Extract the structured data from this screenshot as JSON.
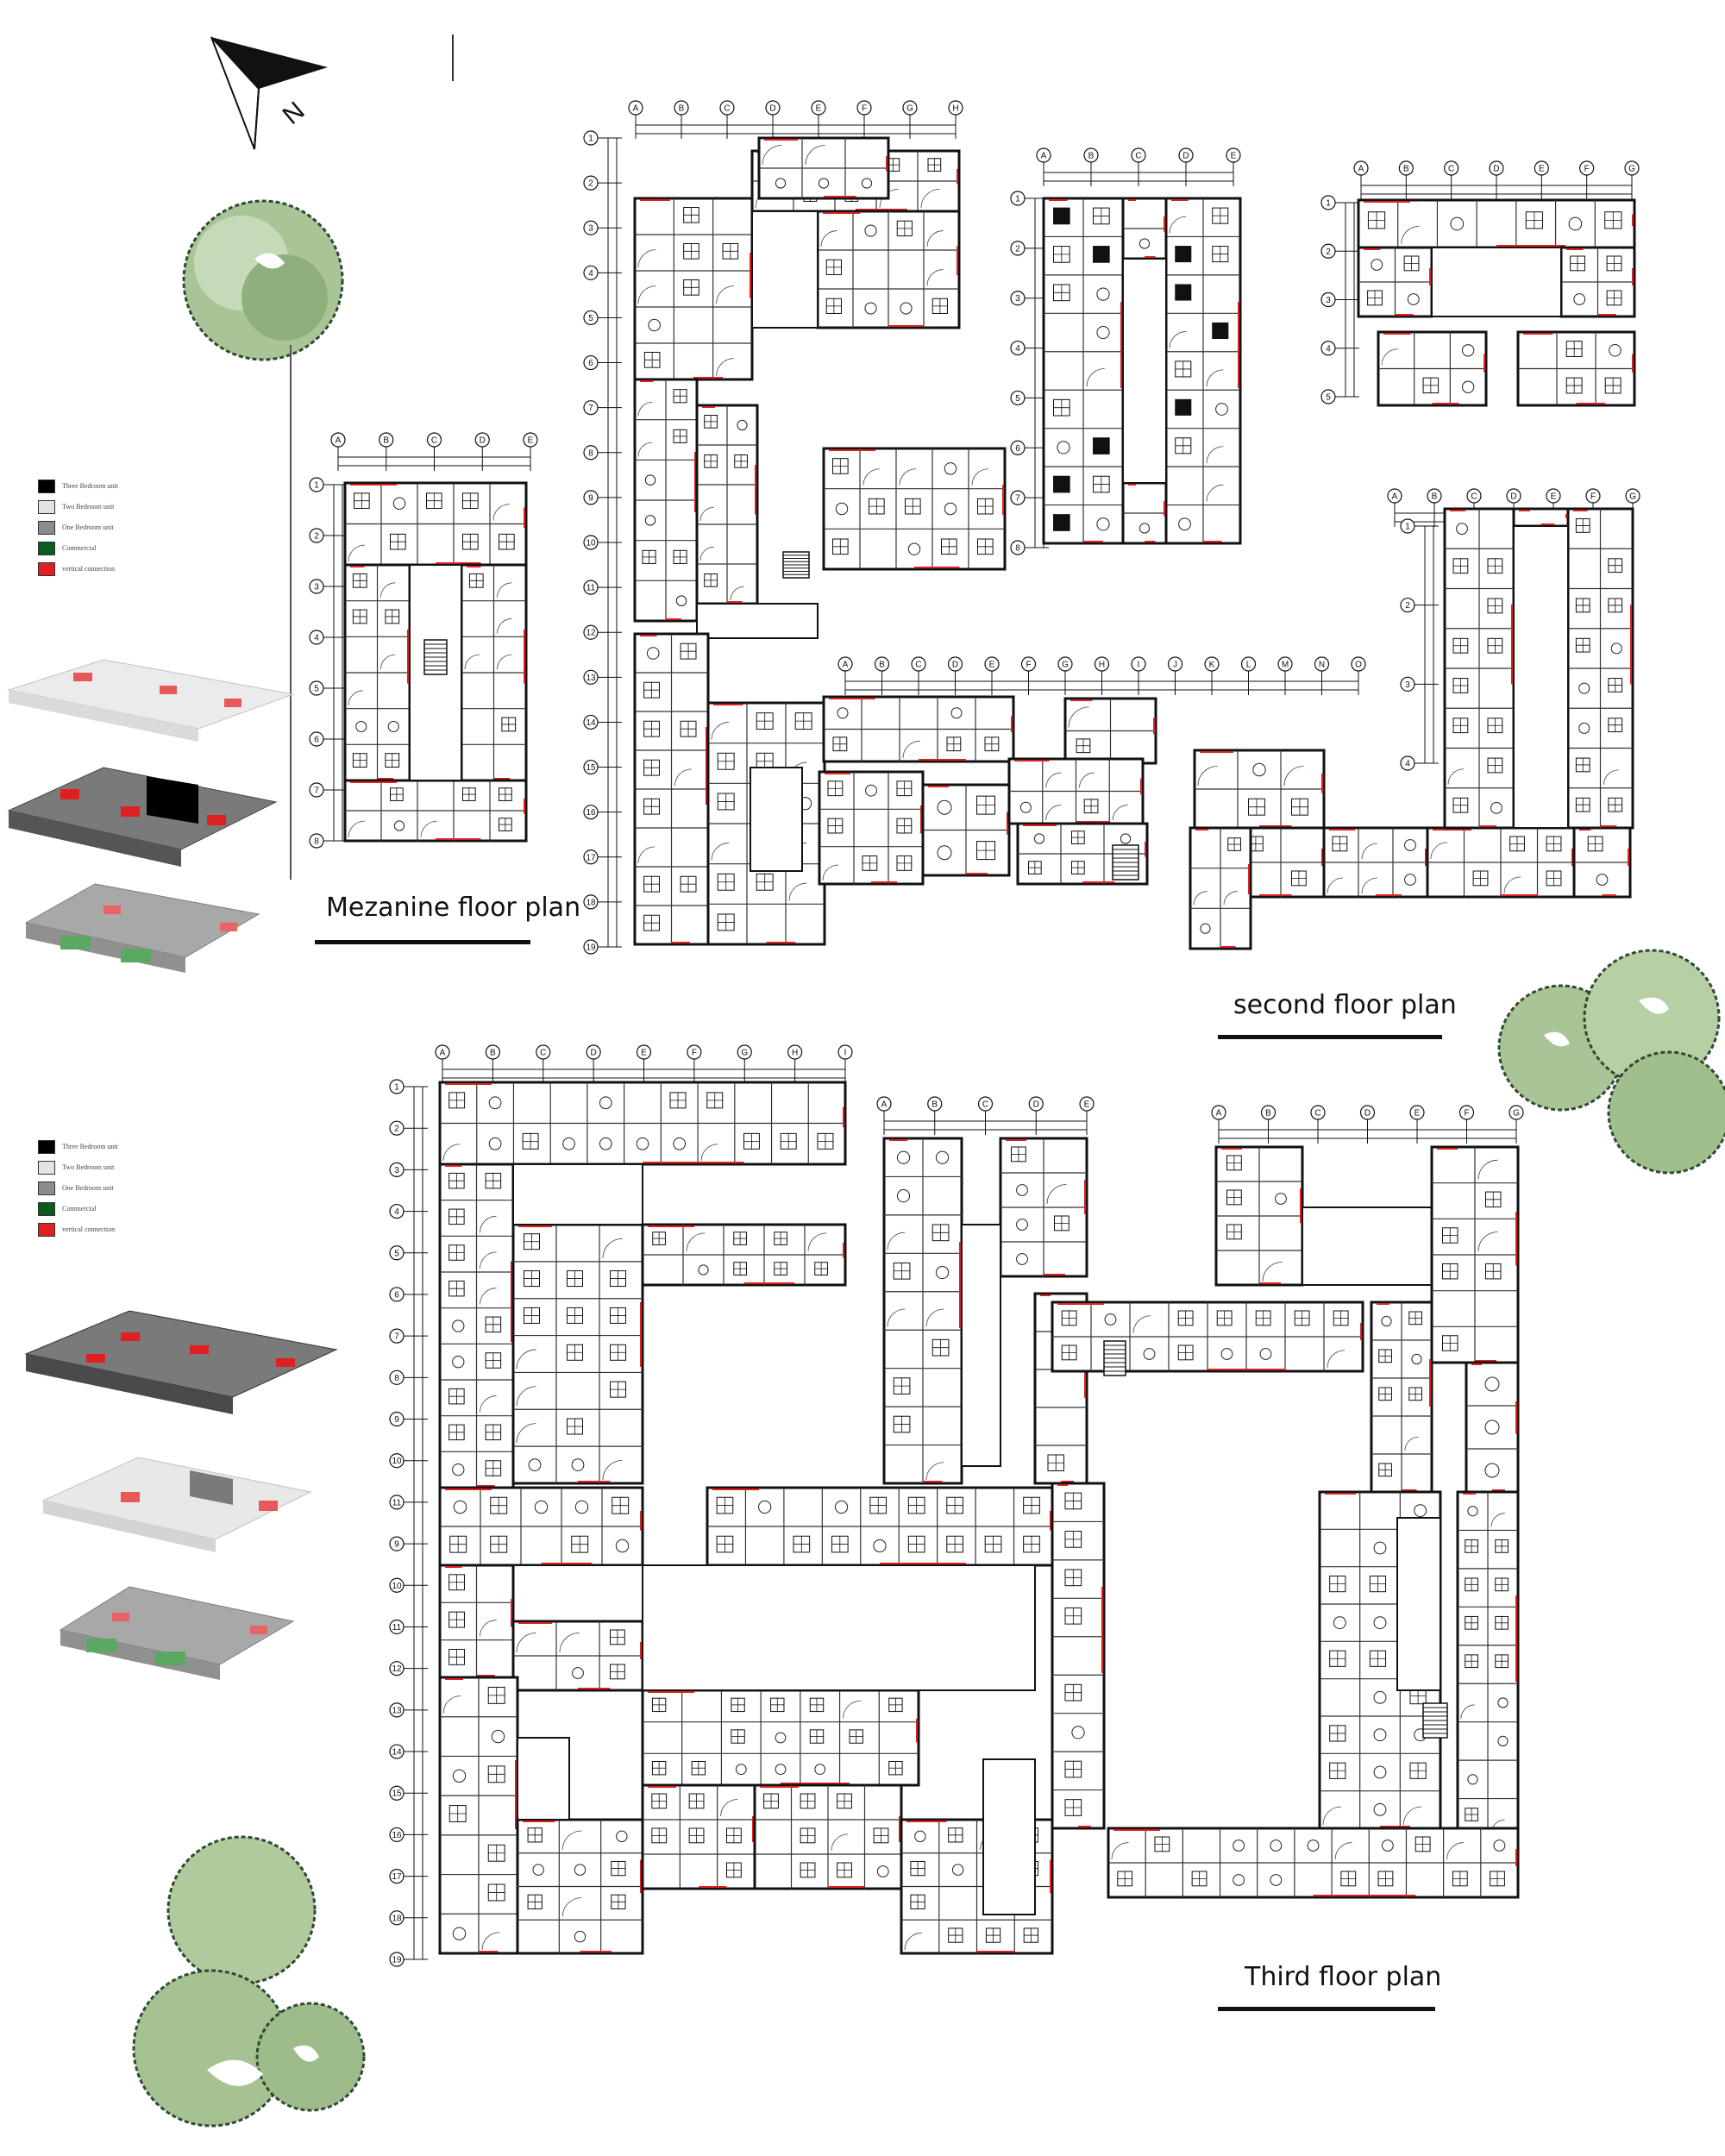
{
  "titles": {
    "mezzanine": "Mezanine floor plan",
    "second": "second floor plan",
    "third": "Third floor plan"
  },
  "north_label": "N",
  "legend": [
    {
      "label": "Three Bedroom unit",
      "color": "#000000"
    },
    {
      "label": "Two Bedroom unit",
      "color": "#e3e3e3"
    },
    {
      "label": "One Bedroom unit",
      "color": "#8c8c8c"
    },
    {
      "label": "Commercial",
      "color": "#0c5a1c"
    },
    {
      "label": "vertical connection",
      "color": "#e02020"
    }
  ],
  "grid": {
    "mezz_cols": [
      "A",
      "B",
      "C",
      "D",
      "E"
    ],
    "mezz_rows": [
      "1",
      "2",
      "3",
      "4",
      "5",
      "6",
      "7",
      "8"
    ],
    "second_main_cols": [
      "A",
      "B",
      "C",
      "D",
      "E",
      "F",
      "G",
      "H"
    ],
    "second_rows": [
      "1",
      "2",
      "3",
      "4",
      "5",
      "6",
      "7",
      "8",
      "9",
      "10",
      "11",
      "12",
      "13",
      "14",
      "15",
      "16",
      "17",
      "18",
      "19"
    ],
    "second_mid_cols": [
      "A",
      "B",
      "C",
      "D",
      "E"
    ],
    "second_mid_rows": [
      "1",
      "2",
      "3",
      "4",
      "5",
      "6",
      "7",
      "8"
    ],
    "second_tr_cols": [
      "A",
      "B",
      "C",
      "D",
      "E",
      "F",
      "G"
    ],
    "second_tr_rows": [
      "1",
      "2",
      "3",
      "4",
      "5"
    ],
    "second_corr_cols": [
      "A",
      "B",
      "C",
      "D",
      "E",
      "F",
      "G",
      "H",
      "I",
      "J",
      "K",
      "L",
      "M",
      "N",
      "O"
    ],
    "second_right_cols": [
      "A",
      "B",
      "C",
      "D",
      "E",
      "F",
      "G"
    ],
    "second_right_rows": [
      "1",
      "2",
      "3",
      "4"
    ],
    "third_main_cols": [
      "A",
      "B",
      "C",
      "D",
      "E",
      "F",
      "G",
      "H",
      "I"
    ],
    "third_rows": [
      "1",
      "2",
      "3",
      "4",
      "5",
      "6",
      "7",
      "8",
      "9",
      "10",
      "11",
      "9",
      "10",
      "11",
      "12",
      "13",
      "14",
      "15",
      "16",
      "17",
      "18",
      "19"
    ],
    "third_mid_cols": [
      "A",
      "B",
      "C",
      "D",
      "E"
    ],
    "third_right_cols": [
      "A",
      "B",
      "C",
      "D",
      "E",
      "F",
      "G"
    ]
  },
  "colors": {
    "tree": "#9fbf8c",
    "tree_dark": "#5f8a57",
    "red": "#e02020",
    "dark_gray": "#6c6c6c",
    "light_gray": "#e6e6e6",
    "green": "#2f8a3a"
  }
}
